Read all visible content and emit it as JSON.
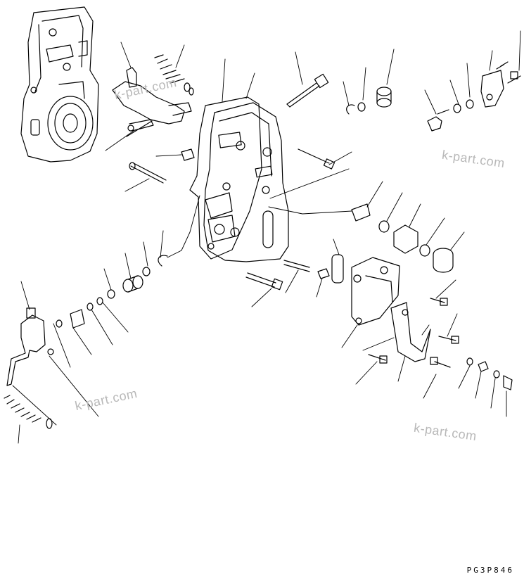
{
  "watermarks": [
    "k-part.com",
    "k-part.com",
    "k-part.com",
    "k-part.com"
  ],
  "drawing_code": "PG3P846"
}
